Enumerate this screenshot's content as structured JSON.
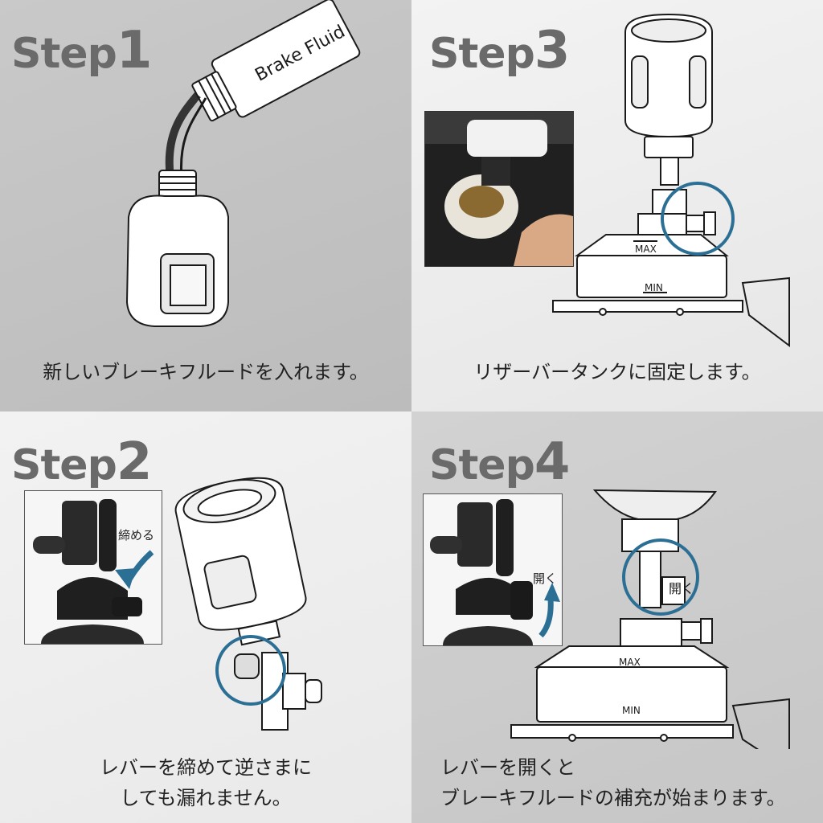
{
  "steps": [
    {
      "id": "step1",
      "title_word": "Step",
      "title_num": "1",
      "caption_lines": [
        "新しいブレーキフルードを入れます。"
      ],
      "bottle_label": "Brake Fluid"
    },
    {
      "id": "step3",
      "title_word": "Step",
      "title_num": "3",
      "caption_lines": [
        "リザーバータンクに固定します。"
      ],
      "max_label": "MAX",
      "min_label": "MIN"
    },
    {
      "id": "step2",
      "title_word": "Step",
      "title_num": "2",
      "caption_lines": [
        "レバーを締めて逆さまに",
        "しても漏れません。"
      ],
      "arrow_label": "締める"
    },
    {
      "id": "step4",
      "title_word": "Step",
      "title_num": "4",
      "caption_lines": [
        "レバーを開くと",
        "ブレーキフルードの補充が始まります。"
      ],
      "arrow_label": "開く",
      "circle_label": "開く",
      "max_label": "MAX",
      "min_label": "MIN"
    }
  ],
  "colors": {
    "accent": "#2c6f95",
    "title": "#6a6a6a",
    "line": "#1a1a1a"
  }
}
